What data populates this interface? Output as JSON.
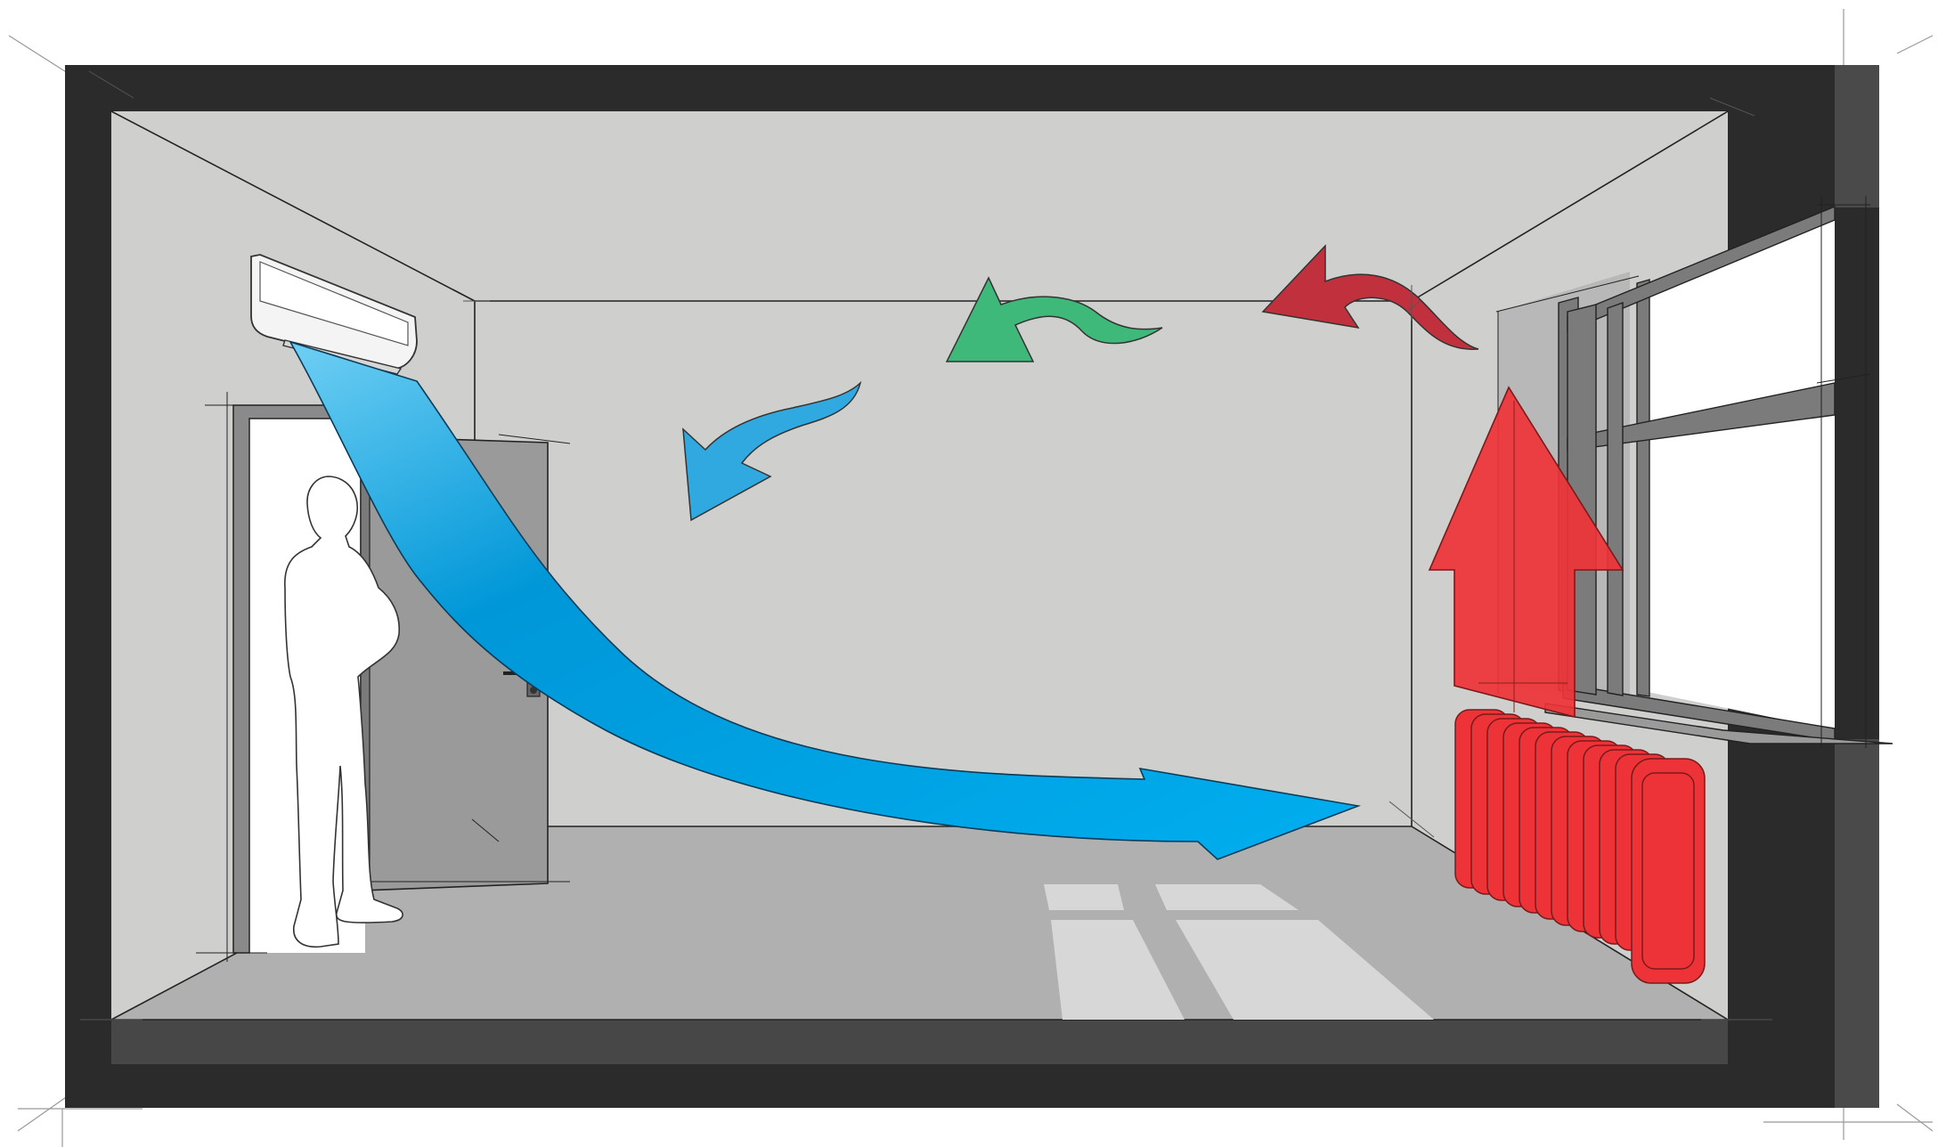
{
  "caption": {
    "text": "",
    "cropped": true
  },
  "diagram": {
    "subject": "room-air-circulation",
    "elements": [
      {
        "name": "wall-mounted-air-conditioner",
        "icon": "air-conditioner-icon"
      },
      {
        "name": "open-door",
        "icon": "door-icon"
      },
      {
        "name": "standing-person",
        "icon": "person-silhouette-icon"
      },
      {
        "name": "window",
        "icon": "window-icon"
      },
      {
        "name": "radiator",
        "icon": "radiator-icon"
      }
    ],
    "airflow": [
      {
        "name": "cold-air-stream",
        "color": "#00aeef"
      },
      {
        "name": "warm-air-rising",
        "color": "#ee3338"
      },
      {
        "name": "return-air-red",
        "color": "#c0313d"
      },
      {
        "name": "return-air-green",
        "color": "#3fb97a"
      },
      {
        "name": "return-air-blue",
        "color": "#2fa9e0"
      }
    ]
  },
  "colors": {
    "outer_wall": "#2b2b2b",
    "back_wall": "#cfcfce",
    "floor": "#b0b0b0",
    "cold_air": "#00aeef",
    "heat": "#ee3338"
  }
}
